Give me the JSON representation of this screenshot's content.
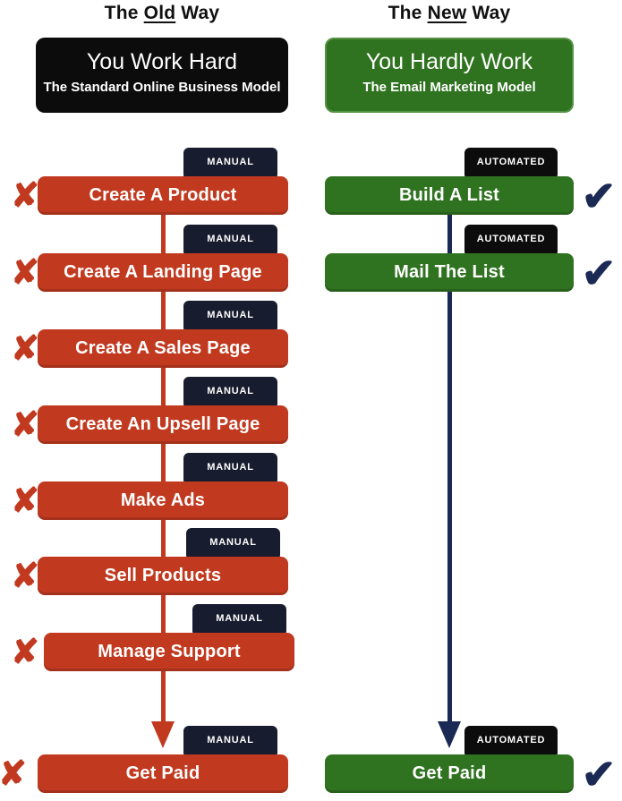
{
  "headers": {
    "old": {
      "pre": "The ",
      "em": "Old",
      "post": " Way"
    },
    "new": {
      "pre": "The ",
      "em": "New",
      "post": " Way"
    }
  },
  "old_column": {
    "card_title": "You Work Hard",
    "card_subtitle": "The Standard Online Business Model",
    "tag": "MANUAL",
    "cross": "✘",
    "steps": [
      "Create A Product",
      "Create A Landing Page",
      "Create A Sales Page",
      "Create An Upsell Page",
      "Make Ads",
      "Sell Products",
      "Manage Support",
      "Get Paid"
    ]
  },
  "new_column": {
    "card_title": "You Hardly Work",
    "card_subtitle": "The Email Marketing Model",
    "tag": "AUTOMATED",
    "check": "✔",
    "steps": [
      "Build A List",
      "Mail The List",
      "Get Paid"
    ]
  },
  "colors": {
    "red": "#c13a20",
    "green": "#2f7320",
    "green_border": "#549245",
    "navy_tag": "#171c2e",
    "black_tag": "#0c0c0c",
    "mark_navy": "#1b2a55"
  }
}
